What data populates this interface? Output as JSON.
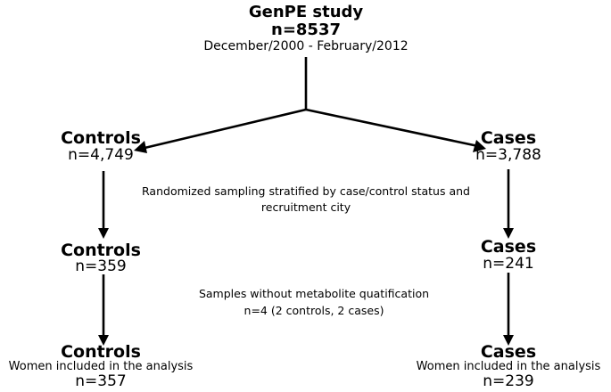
{
  "top": {
    "title": "GenPE study",
    "n": "n=8537",
    "dates": "December/2000 - February/2012"
  },
  "level1": {
    "controls": {
      "title": "Controls",
      "n": "n=4,749"
    },
    "cases": {
      "title": "Cases",
      "n": "n=3,788"
    }
  },
  "note1": {
    "line1": "Randomized sampling stratified by case/control status and",
    "line2": "recruitment city"
  },
  "level2": {
    "controls": {
      "title": "Controls",
      "n": "n=359"
    },
    "cases": {
      "title": "Cases",
      "n": "n=241"
    }
  },
  "note2": {
    "line1": "Samples without metabolite quatification",
    "line2": "n=4 (2 controls, 2 cases)"
  },
  "level3": {
    "controls": {
      "title": "Controls",
      "subtitle": "Women included in the analysis",
      "n": "n=357"
    },
    "cases": {
      "title": "Cases",
      "subtitle": "Women included in the analysis",
      "n": "n=239"
    }
  }
}
